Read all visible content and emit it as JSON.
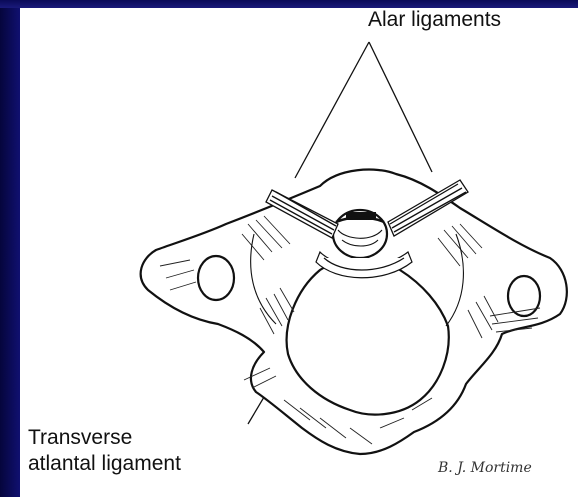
{
  "labels": {
    "alar": "Alar ligaments",
    "transverse_line1": "Transverse",
    "transverse_line2": "atlantal ligament"
  },
  "signature": "B. J. Mortime",
  "colors": {
    "background": "#0b0b55",
    "panel": "#ffffff",
    "ink": "#111111"
  }
}
